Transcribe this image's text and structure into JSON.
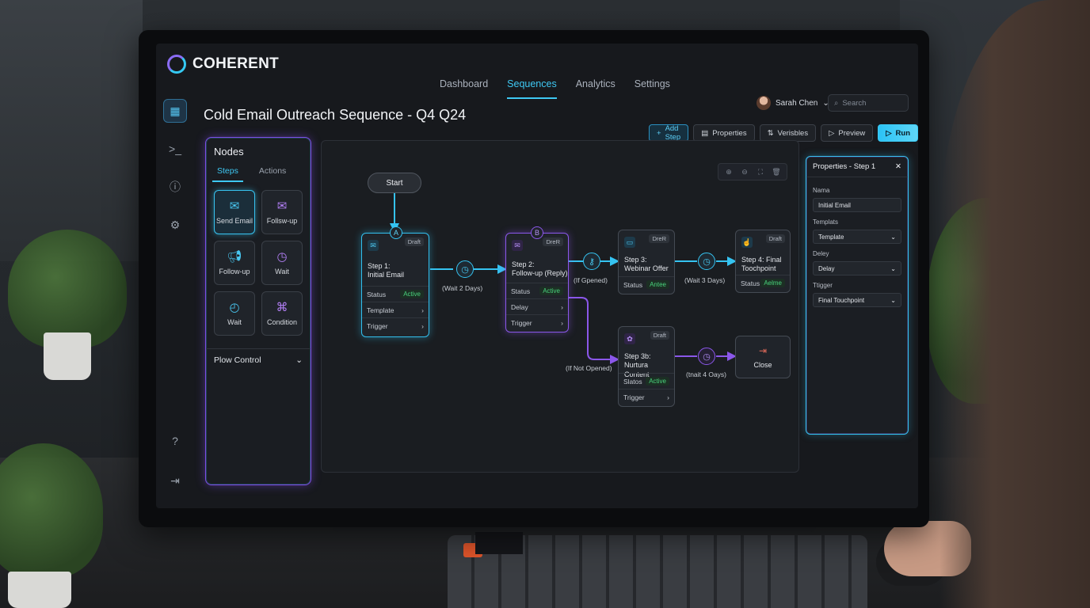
{
  "app": {
    "name": "COHERENT"
  },
  "nav": {
    "tabs": [
      "Dashboard",
      "Sequences",
      "Analytics",
      "Settings"
    ],
    "active": "Sequences"
  },
  "user": {
    "name": "Sarah Chen"
  },
  "search": {
    "placeholder": "Search"
  },
  "page": {
    "title": "Cold Email Outreach Sequence - Q4 Q24"
  },
  "toolbar": {
    "add_step": "Add Step",
    "properties": "Properties",
    "variables": "Verisbles",
    "preview": "Preview",
    "run": "Run"
  },
  "nodes": {
    "title": "Nodes",
    "tabs": [
      "Steps",
      "Actions"
    ],
    "tiles": [
      "Send Email",
      "Follsw-up",
      "Follow-up",
      "Wait",
      "Wait",
      "Condition"
    ],
    "flow_control": "Plow Control"
  },
  "canvas": {
    "start": "Start",
    "badges": {
      "a": "A",
      "b": "B"
    },
    "step1": {
      "title_1": "Step 1:",
      "title_2": "Initial Email",
      "draft": "Draft",
      "status": "Status",
      "status_val": "Active",
      "template": "Template",
      "trigger": "Trigger"
    },
    "step2": {
      "title_1": "Step 2:",
      "title_2": "Follow-up (Reply)",
      "draft": "DreR",
      "status": "Status",
      "status_val": "Active",
      "delay": "Delay",
      "trigger": "Trigger"
    },
    "step3": {
      "title_1": "Step 3:",
      "title_2": "Webinar Offer",
      "draft": "DreR",
      "status": "Status",
      "status_val": "Antee"
    },
    "step4": {
      "title_1": "Step 4: Final",
      "title_2": "Toochpoint",
      "draft": "Draft",
      "status": "Status",
      "status_val": "Aelme"
    },
    "step3b": {
      "title_1": "Step 3b:",
      "title_2": "Nurtura Content",
      "draft": "Draft",
      "status": "Slatos",
      "status_val": "Active",
      "trigger": "Trigger"
    },
    "close": "Close",
    "edges": {
      "wait2": "(Wait 2 Days)",
      "if_opened": "(If Gpened)",
      "wait3": "(Wait 3 Days)",
      "if_not_opened": "(If Not Opened)",
      "wait4": "(tnait 4 Oays)"
    }
  },
  "properties": {
    "title": "Properties - Step 1",
    "name_label": "Nama",
    "name_value": "Initial Email",
    "template_label": "Templats",
    "template_value": "Template",
    "delay_label": "Deley",
    "delay_value": "Delay",
    "trigger_label": "Ttigger",
    "trigger_value": "Final Touchpoint"
  },
  "colors": {
    "accent_cyan": "#35c3f1",
    "accent_violet": "#8b57ea",
    "active_green": "#49d37c"
  }
}
